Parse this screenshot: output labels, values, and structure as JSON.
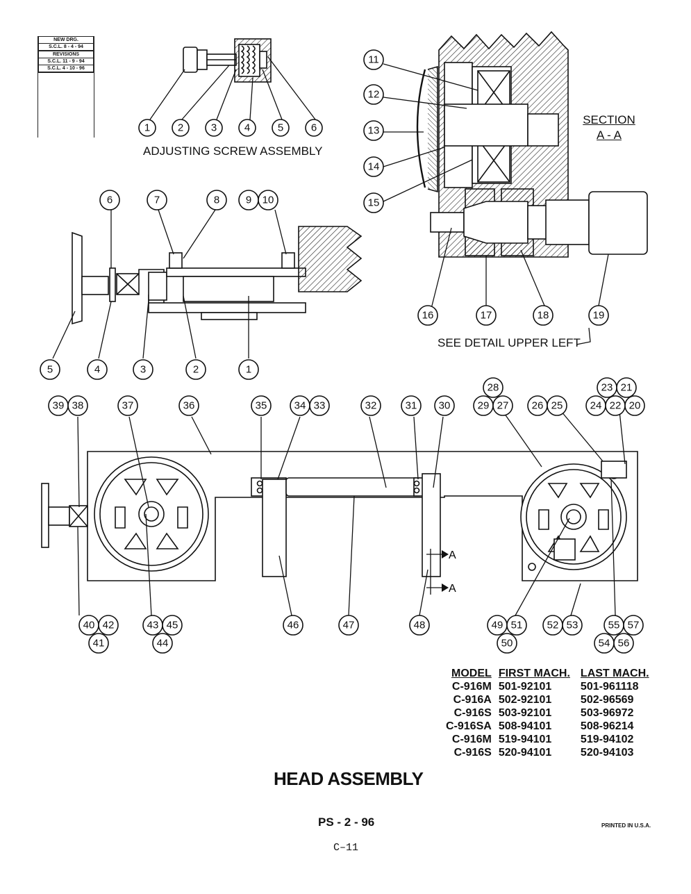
{
  "revision_block": {
    "new_drg_label": "NEW DRG.",
    "new_drg_date": "S.C.L. 8 - 4 - 94",
    "revisions_label": "REVISIONS",
    "revisions": [
      "S.C.L. 11 - 9 - 94",
      "S.C.L. 4 - 10 - 96"
    ]
  },
  "captions": {
    "adjusting_screw": "ADJUSTING SCREW ASSEMBLY",
    "section_line1": "SECTION",
    "section_line2": "A - A",
    "see_detail": "SEE DETAIL UPPER LEFT",
    "section_marker_1": "A",
    "section_marker_2": "A"
  },
  "callouts": {
    "c1": "1",
    "c2": "2",
    "c3": "3",
    "c4": "4",
    "c5": "5",
    "c6": "6",
    "c7": "7",
    "c8": "8",
    "c9": "9",
    "c10": "10",
    "c11": "11",
    "c12": "12",
    "c13": "13",
    "c14": "14",
    "c15": "15",
    "c16": "16",
    "c17": "17",
    "c18": "18",
    "c19": "19",
    "c20": "20",
    "c21": "21",
    "c22": "22",
    "c23": "23",
    "c24": "24",
    "c25": "25",
    "c26": "26",
    "c27": "27",
    "c28": "28",
    "c29": "29",
    "c30": "30",
    "c31": "31",
    "c32": "32",
    "c33": "33",
    "c34": "34",
    "c35": "35",
    "c36": "36",
    "c37": "37",
    "c38": "38",
    "c39": "39",
    "c40": "40",
    "c41": "41",
    "c42": "42",
    "c43": "43",
    "c44": "44",
    "c45": "45",
    "c46": "46",
    "c47": "47",
    "c48": "48",
    "c49": "49",
    "c50": "50",
    "c51": "51",
    "c52": "52",
    "c53": "53",
    "c54": "54",
    "c55": "55",
    "c56": "56",
    "c57": "57"
  },
  "models_table": {
    "headers": [
      "MODEL",
      "FIRST MACH.",
      "LAST MACH."
    ],
    "rows": [
      [
        "C-916M",
        "501-92101",
        "501-961118"
      ],
      [
        "C-916A",
        "502-92101",
        "502-96569"
      ],
      [
        "C-916S",
        "503-92101",
        "503-96972"
      ],
      [
        "C-916SA",
        "508-94101",
        "508-96214"
      ],
      [
        "C-916M",
        "519-94101",
        "519-94102"
      ],
      [
        "C-916S",
        "520-94101",
        "520-94103"
      ]
    ]
  },
  "title": "HEAD ASSEMBLY",
  "footer": {
    "ps_code": "PS - 2 - 96",
    "printed": "PRINTED IN U.S.A.",
    "page_number": "C–11"
  }
}
